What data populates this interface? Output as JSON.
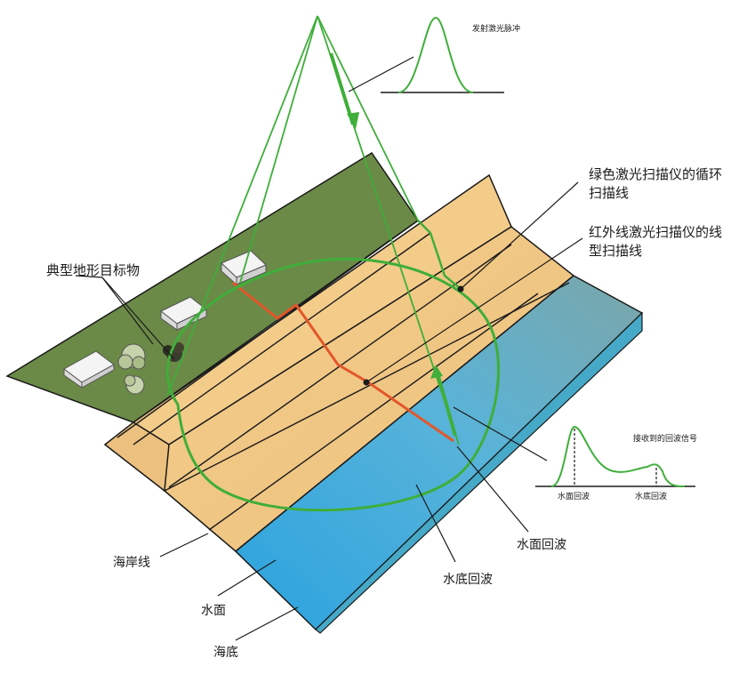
{
  "labels": {
    "emitted_pulse": "发射激光脉冲",
    "green_scan_line": "绿色激光扫描仪的循环扫描线",
    "infrared_scan_line": "红外线激光扫描仪的线型扫描线",
    "terrain_targets": "典型地形目标物",
    "received_signal": "接收到的回波信号",
    "surface_echo_small": "水面回波",
    "bottom_echo_small": "水底回波",
    "surface_echo": "水面回波",
    "bottom_echo": "水底回波",
    "coastline": "海岸线",
    "water_surface": "水面",
    "seabed": "海底"
  },
  "colors": {
    "grass": "#6b8a47",
    "sand": "#f0c986",
    "sand_face": "#e6b877",
    "water_light": "#48b6e6",
    "water_dark": "#6aa6ae",
    "green_laser": "#3fae3a",
    "red_laser": "#e2572a",
    "outline": "#1a1a1a"
  }
}
